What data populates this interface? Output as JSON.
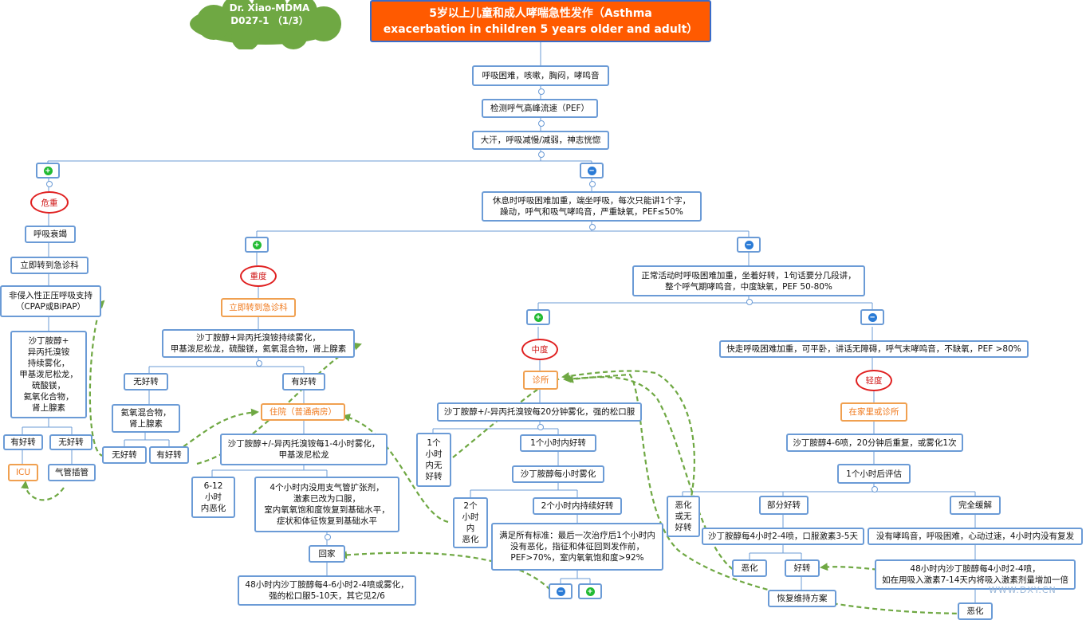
{
  "header": {
    "author_cloud": "Dr. Xiao-MDMA\nD027-1 （1/3）",
    "title": "5岁以上儿童和成人哮喘急性发作（Asthma\nexacerbation in children 5 years older and adult）"
  },
  "colors": {
    "title_bg": "#ff5a00",
    "cloud": "#6fa843",
    "node_border": "#6b9bd6",
    "severity_oval": "#e02020",
    "location_orange": "#f07a1e",
    "dashed_arrow": "#6fa843"
  },
  "main": {
    "symptoms": "呼吸困难，咳嗽，胸闷，哮鸣音",
    "pef_test": "检测呼气高峰流速（PEF）",
    "danger_signs": "大汗，呼吸减慢/减弱，神志恍惚",
    "severe_criteria": "休息时呼吸困难加重，端坐呼吸，每次只能讲1个字，\n躁动，呼气和吸气哮鸣音，严重缺氧，PEF≤50%",
    "moderate_criteria": "正常活动时呼吸困难加重，坐着好转，1句话要分几段讲，\n整个呼气期哮鸣音，中度缺氧，PEF 50-80%",
    "mild_criteria": "快走呼吸困难加重，可平卧，讲话无障碍，呼气末哮鸣音，不缺氧，PEF >80%"
  },
  "signs": {
    "plus": "+",
    "minus": "−"
  },
  "critical": {
    "label": "危重",
    "respiratory_failure": "呼吸衰竭",
    "to_er": "立即转到急诊科",
    "niv": "非侵入性正压呼吸支持\n（CPAP或BiPAP）",
    "drugs": "沙丁胺醇+\n异丙托溴铵\n持续雾化，\n甲基泼尼松龙，\n硫酸镁，\n氦氧化合物，\n肾上腺素",
    "improved": "有好转",
    "not_improved": "无好转",
    "icu": "ICU",
    "intubation": "气管插管"
  },
  "severe": {
    "label": "重度",
    "to_er": "立即转到急诊科",
    "drugs": "沙丁胺醇+异丙托溴铵持续雾化，\n甲基泼尼松龙，硫酸镁，氦氧混合物，肾上腺素",
    "not_improved": "无好转",
    "improved": "有好转",
    "heliox": "氦氧混合物，\n肾上腺素",
    "sub_not_improved": "无好转",
    "sub_improved": "有好转",
    "ward": "住院（普通病房）",
    "ward_drugs": "沙丁胺醇+/-异丙托溴铵每1-4小时雾化，\n甲基泼尼松龙",
    "worse_6_12": "6-12\n小时\n内恶化",
    "stable_4h": "4个小时内没用支气管扩张剂，\n激素已改为口服，\n室内氧氧饱和度恢复到基础水平，\n症状和体征恢复到基础水平",
    "go_home": "回家",
    "home_plan": "48小时内沙丁胺醇每4-6小时2-4喷或雾化，\n强的松口服5-10天，其它见2/6"
  },
  "moderate": {
    "label": "中度",
    "clinic": "诊所",
    "drugs": "沙丁胺醇+/-异丙托溴铵每20分钟雾化，强的松口服",
    "no_improve_1h": "1个\n小时\n内无\n好转",
    "improve_1h": "1个小时内好转",
    "hourly": "沙丁胺醇每小时雾化",
    "worse_2h": "2个\n小时\n内\n恶化",
    "sustained_2h": "2个小时内持续好转",
    "criteria_all": "满足所有标准：最后一次治疗后1个小时内\n没有恶化，指征和体征回到发作前，\nPEF>70%，室内氧氧饱和度>92%"
  },
  "mild": {
    "label": "轻度",
    "home_or_clinic": "在家里或诊所",
    "drugs": "沙丁胺醇4-6喷，20分钟后重复，或雾化1次",
    "reassess": "1个小时后评估",
    "worse_or_none": "恶化\n或无\n好转",
    "partial": "部分好转",
    "complete": "完全缓解",
    "partial_plan": "沙丁胺醇每4小时2-4喷，口服激素3-5天",
    "complete_check": "没有哮鸣音，呼吸困难，心动过速，4小时内没有复发",
    "worse": "恶化",
    "better": "好转",
    "maintenance": "恢复维持方案",
    "followup_plan": "48小时内沙丁胺醇每4小时2-4喷，\n如在用吸入激素7-14天内将吸入激素剂量增加一倍",
    "final_worse": "恶化"
  },
  "watermark": "WWW.DXY.CN"
}
